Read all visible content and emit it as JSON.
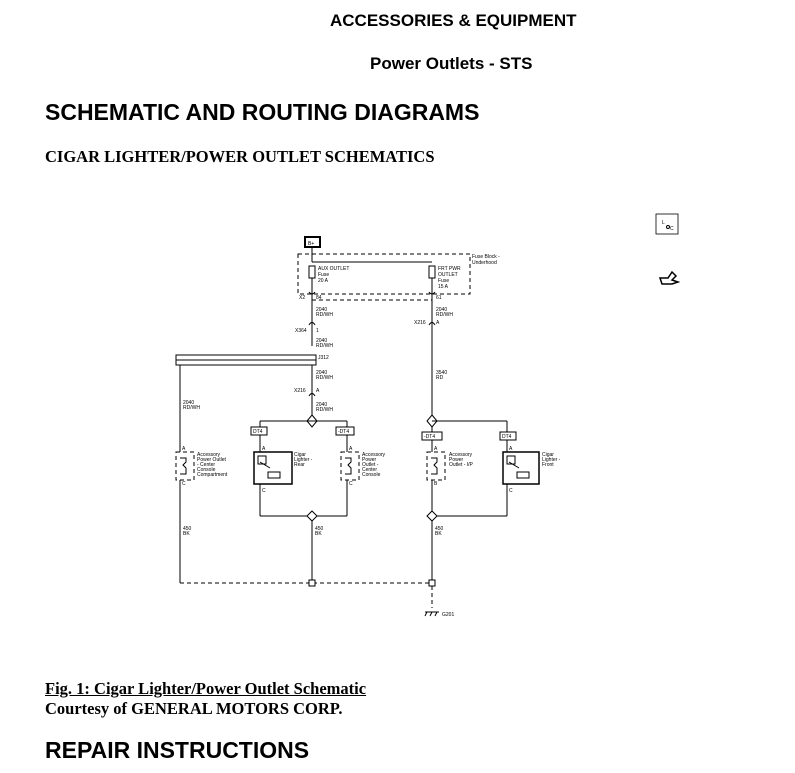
{
  "header": {
    "section": "ACCESSORIES & EQUIPMENT",
    "subsection": "Power Outlets - STS"
  },
  "headings": {
    "schematic_routing": "SCHEMATIC AND ROUTING DIAGRAMS",
    "cigar_schematics": "CIGAR LIGHTER/POWER OUTLET SCHEMATICS",
    "repair": "REPAIR INSTRUCTIONS"
  },
  "figure": {
    "caption": "Fig. 1: Cigar Lighter/Power Outlet Schematic",
    "courtesy": "Courtesy of GENERAL MOTORS CORP."
  },
  "side_icons": [
    "celsius-icon",
    "hand-pointer-icon"
  ],
  "schematic": {
    "power": "B+",
    "fuse_block": [
      "Fuse Block -",
      "Underhood"
    ],
    "fuse_aux": [
      "AUX OUTLET",
      "Fuse",
      "20 A"
    ],
    "fuse_frt": [
      "FRT PWR",
      "OUTLET",
      "Fuse",
      "15 A"
    ],
    "conn_x2": "X2",
    "pin_84": "84",
    "pin_61": "61",
    "wire_2040_a": [
      "2040",
      "RD/WH"
    ],
    "wire_2040_b": [
      "2040",
      "RD/WH"
    ],
    "wire_2040_c": [
      "2040",
      "RD/WH"
    ],
    "wire_2040_d": [
      "2040",
      "RD/WH"
    ],
    "wire_2040_e": [
      "2040",
      "RD/WH"
    ],
    "wire_2040_f": [
      "2040",
      "RD/WH"
    ],
    "wire_3540": [
      "3540",
      "RD"
    ],
    "conn_x364": "X364",
    "pin_1": "1",
    "conn_x216": "X216",
    "pin_a_right": "A",
    "splice_j312": "J312",
    "conn_x216_b": "X216",
    "pin_a_mid": "A",
    "opt_dt4_a": "DT4",
    "opt_dt4_b": "-DT4",
    "opt_dt4_c": "-DT4",
    "opt_dt4_d": "DT4",
    "comp_center": [
      "Accessory",
      "Power Outlet",
      "- Center",
      "Console",
      "Compartment"
    ],
    "comp_rear_lighter": [
      "Cigar",
      "Lighter -",
      "Rear"
    ],
    "comp_center_console": [
      "Accessory",
      "Power",
      "Outlet -",
      "Center",
      "Console"
    ],
    "comp_ip": [
      "Accessory",
      "Power",
      "Outlet - I/P"
    ],
    "comp_front_lighter": [
      "Cigar",
      "Lighter -",
      "Front"
    ],
    "pin_A": "A",
    "pin_B": "B",
    "pin_C": "C",
    "wire_450_a": [
      "450",
      "BK"
    ],
    "wire_450_b": [
      "450",
      "BK"
    ],
    "wire_450_c": [
      "450",
      "BK"
    ],
    "ground": "G201"
  }
}
